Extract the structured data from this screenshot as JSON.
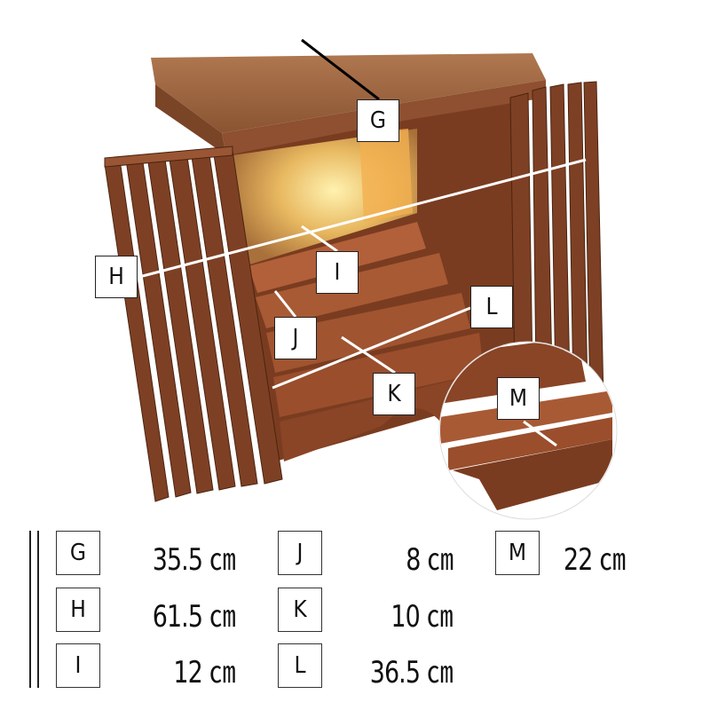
{
  "labels": {
    "G": "G",
    "H": "H",
    "I": "I",
    "J": "J",
    "K": "K",
    "L": "L",
    "M": "M"
  },
  "dimensions": [
    {
      "key": "G",
      "value": "35.5 ㎝"
    },
    {
      "key": "H",
      "value": "61.5 ㎝"
    },
    {
      "key": "I",
      "value": "12 ㎝"
    },
    {
      "key": "J",
      "value": "8 ㎝"
    },
    {
      "key": "K",
      "value": "10 ㎝"
    },
    {
      "key": "L",
      "value": "36.5 ㎝"
    },
    {
      "key": "M",
      "value": "22 ㎝"
    }
  ],
  "colors": {
    "wood": "#8a4a2a",
    "wood_light": "#b06a40",
    "glow": "#f0c060"
  }
}
